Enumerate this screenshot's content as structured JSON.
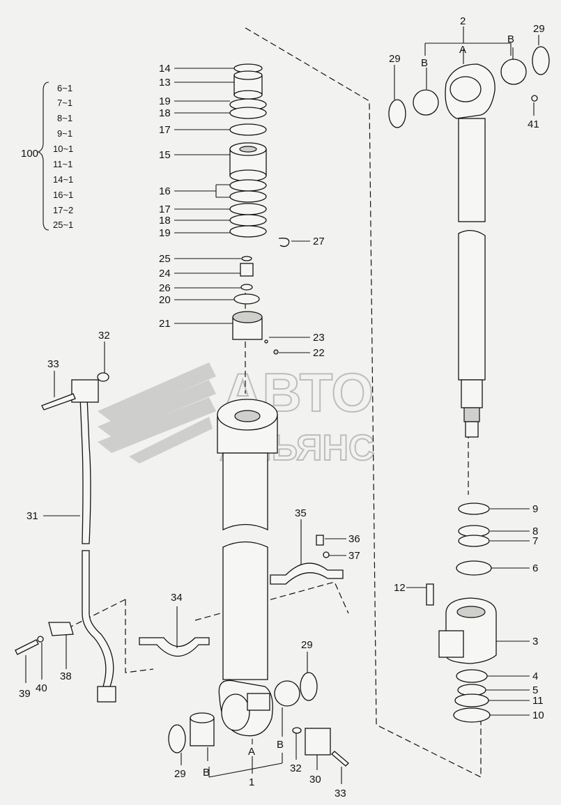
{
  "watermark": {
    "line1": "АВТО",
    "line2": "АЛЬЯНС"
  },
  "kit": {
    "number": "100",
    "entries": [
      "6~1",
      "7~1",
      "8~1",
      "9~1",
      "10~1",
      "11~1",
      "14~1",
      "16~1",
      "17~2",
      "25~1"
    ]
  },
  "callouts": {
    "c1": "1",
    "c2": "2",
    "c3": "3",
    "c4": "4",
    "c5": "5",
    "c6": "6",
    "c7": "7",
    "c8": "8",
    "c9": "9",
    "c10": "10",
    "c11": "11",
    "c12": "12",
    "c13": "13",
    "c14": "14",
    "c15": "15",
    "c16": "16",
    "c17a": "17",
    "c17b": "17",
    "c18a": "18",
    "c18b": "18",
    "c19a": "19",
    "c19b": "19",
    "c20": "20",
    "c21": "21",
    "c22": "22",
    "c23": "23",
    "c24": "24",
    "c25": "25",
    "c26": "26",
    "c27": "27",
    "c29a": "29",
    "c29b": "29",
    "c29c": "29",
    "c29d": "29",
    "c30": "30",
    "c31": "31",
    "c32a": "32",
    "c32b": "32",
    "c33a": "33",
    "c33b": "33",
    "c34": "34",
    "c35": "35",
    "c36": "36",
    "c37": "37",
    "c38": "38",
    "c39": "39",
    "c40": "40",
    "c41": "41",
    "A_top": "A",
    "B_top_left": "B",
    "B_top_right": "B",
    "A_bottom": "A",
    "B_bottom_left": "B",
    "B_bottom_right": "B"
  },
  "colors": {
    "line": "#111111",
    "background": "#f2f2f0",
    "watermark": "#c8c8c6"
  }
}
